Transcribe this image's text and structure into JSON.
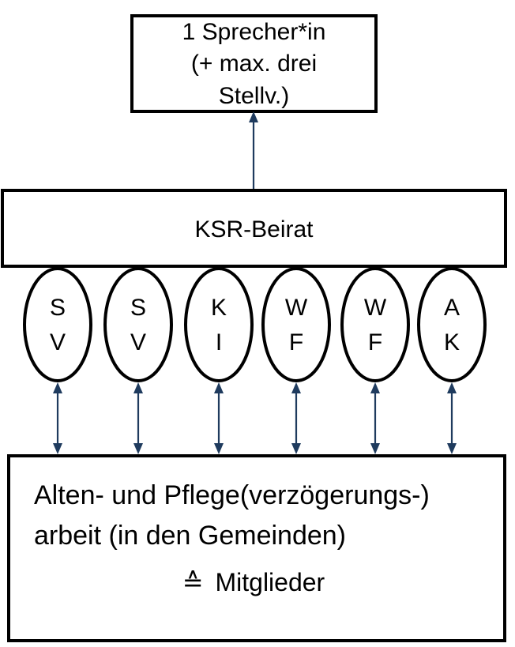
{
  "speaker_box": {
    "lines": [
      "1 Sprecher*in",
      "(+ max. drei",
      "Stellv.)"
    ]
  },
  "council_box": {
    "label": "KSR-Beirat"
  },
  "groups": [
    {
      "line1": "S",
      "line2": "V"
    },
    {
      "line1": "S",
      "line2": "V"
    },
    {
      "line1": "K",
      "line2": "I"
    },
    {
      "line1": "W",
      "line2": "F"
    },
    {
      "line1": "W",
      "line2": "F"
    },
    {
      "line1": "A",
      "line2": "K"
    }
  ],
  "base_box": {
    "lines": [
      "Alten- und Pflege(verzögerungs-)",
      "arbeit (in den Gemeinden)"
    ],
    "members_symbol": "≙",
    "members_label": "Mitglieder"
  },
  "colors": {
    "outline": "#000000",
    "arrow": "#1f3b5e",
    "background": "#ffffff"
  }
}
